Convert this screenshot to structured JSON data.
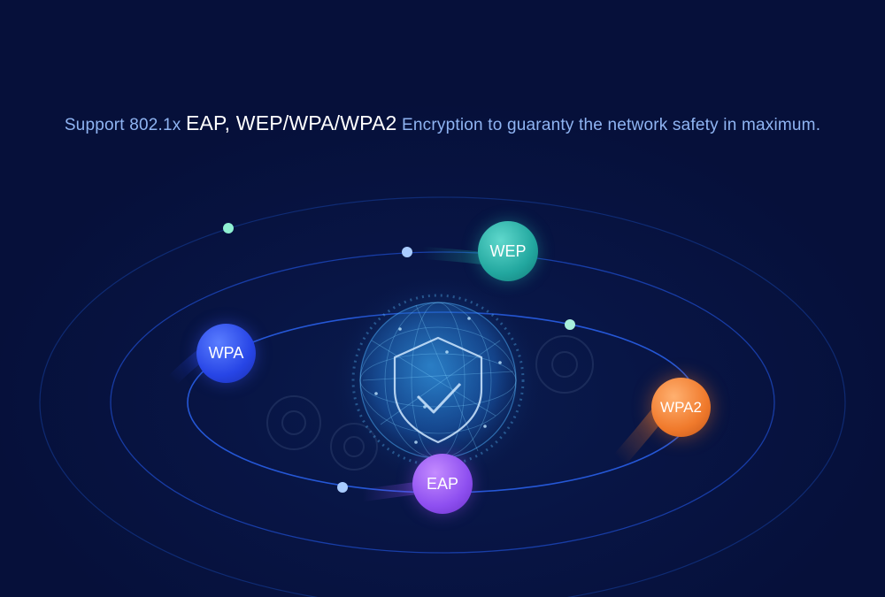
{
  "headline": {
    "prefix": "Support 802.1x",
    "emphasis": "EAP, WEP/WPA/WPA2",
    "suffix": "Encryption to guaranty the network safety in maximum."
  },
  "badges": {
    "wep": "WEP",
    "wpa": "WPA",
    "wpa2": "WPA2",
    "eap": "EAP"
  },
  "colors": {
    "background": "#07123a",
    "headline_text": "#8fb4f2",
    "orbit_line": "#1f4fd0",
    "wep": "#22a79f",
    "wpa": "#2745e6",
    "wpa2": "#f07a2c",
    "eap": "#8e4ff0"
  },
  "icons": {
    "center": "shield-check-icon",
    "globe": "globe-mesh-icon",
    "gears": "gear-icon"
  }
}
